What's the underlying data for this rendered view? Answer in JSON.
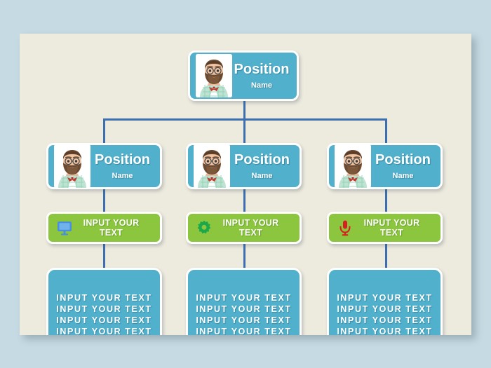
{
  "colors": {
    "page_background": "#c6dae3",
    "canvas_background": "#edeade",
    "teal": "#51b0cc",
    "green": "#8cc63f",
    "connector": "#3b6fb0",
    "text": "#ffffff",
    "icon_monitor": "#4a90d9",
    "icon_gear": "#1aa84a",
    "icon_microphone": "#d81f1f"
  },
  "chart_data": {
    "type": "diagram",
    "title": "Organizational Chart Template",
    "levels": 4
  },
  "root": {
    "position_label": "Position",
    "name_label": "Name",
    "avatar_name": "bearded-man-avatar"
  },
  "managers": [
    {
      "position_label": "Position",
      "name_label": "Name",
      "avatar_name": "bearded-man-avatar"
    },
    {
      "position_label": "Position",
      "name_label": "Name",
      "avatar_name": "bearded-man-avatar"
    },
    {
      "position_label": "Position",
      "name_label": "Name",
      "avatar_name": "bearded-man-avatar"
    }
  ],
  "green_bars": [
    {
      "label": "INPUT YOUR TEXT",
      "icon_name": "monitor-icon",
      "icon_color": "#4a90d9"
    },
    {
      "label": "INPUT YOUR TEXT",
      "icon_name": "gear-icon",
      "icon_color": "#1aa84a"
    },
    {
      "label": "INPUT YOUR TEXT",
      "icon_name": "microphone-icon",
      "icon_color": "#d81f1f"
    }
  ],
  "text_blocks": [
    {
      "lines": [
        "INPUT YOUR TEXT",
        "INPUT YOUR TEXT",
        "INPUT YOUR TEXT",
        "INPUT YOUR TEXT"
      ]
    },
    {
      "lines": [
        "INPUT YOUR TEXT",
        "INPUT YOUR TEXT",
        "INPUT YOUR TEXT",
        "INPUT YOUR TEXT"
      ]
    },
    {
      "lines": [
        "INPUT YOUR TEXT",
        "INPUT YOUR TEXT",
        "INPUT YOUR TEXT",
        "INPUT YOUR TEXT"
      ]
    }
  ]
}
